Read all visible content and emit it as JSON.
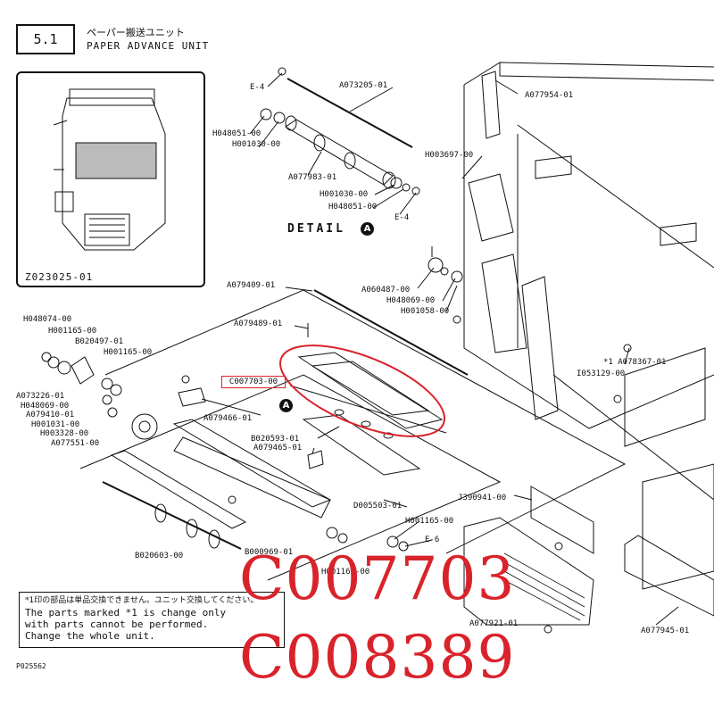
{
  "header": {
    "section_number": "5.1",
    "title_jp": "ペーパー搬送ユニット",
    "title_en": "PAPER ADVANCE UNIT"
  },
  "inset": {
    "label": "Z023025-01"
  },
  "detail": {
    "label": "DETAIL",
    "marker": "A"
  },
  "highlighted_part": "C007703-00",
  "parts": {
    "e4_top": "E-4",
    "a073205": "A073205-01",
    "a077954": "A077954-01",
    "h048051_top": "H048051-00",
    "h001030_top": "H001030-00",
    "h003697": "H003697-00",
    "a077983": "A077983-01",
    "h001030_bot": "H001030-00",
    "h048051_bot": "H048051-00",
    "e4_bot": "E-4",
    "a060487": "A060487-00",
    "h048069_r": "H048069-00",
    "h001058": "H001058-00",
    "a079409": "A079409-01",
    "h048074": "H048074-00",
    "h001165_l1": "H001165-00",
    "b020497": "B020497-01",
    "h001165_l2": "H001165-00",
    "a079489": "A079489-01",
    "a078367": "*1 A078367-01",
    "i053129": "I053129-00",
    "a073226": "A073226-01",
    "h048069_l": "H048069-00",
    "a079410": "A079410-01",
    "h001031": "H001031-00",
    "h003328": "H003328-00",
    "a077551": "A077551-00",
    "a079466": "A079466-01",
    "b020593": "B020593-01",
    "a079465": "A079465-01",
    "j390941": "J390941-00",
    "d005503": "D005503-01",
    "h001165_b1": "H001165-00",
    "e6": "E-6",
    "b020603": "B020603-00",
    "b000969": "B000969-01",
    "h001165_b2": "H001165-00",
    "a077921": "A077921-01",
    "a077945": "A077945-01"
  },
  "note": {
    "jp": "*1印の部品は単品交換できません。ユニット交換してください。",
    "lines": [
      "The parts marked *1 is change only",
      "with parts cannot be performed.",
      "Change the whole unit."
    ]
  },
  "page_code": "P025562",
  "overlay": {
    "line1": "C007703",
    "line2": "C008389"
  },
  "colors": {
    "overlay_red": "#d9232b",
    "ink": "#111111"
  }
}
